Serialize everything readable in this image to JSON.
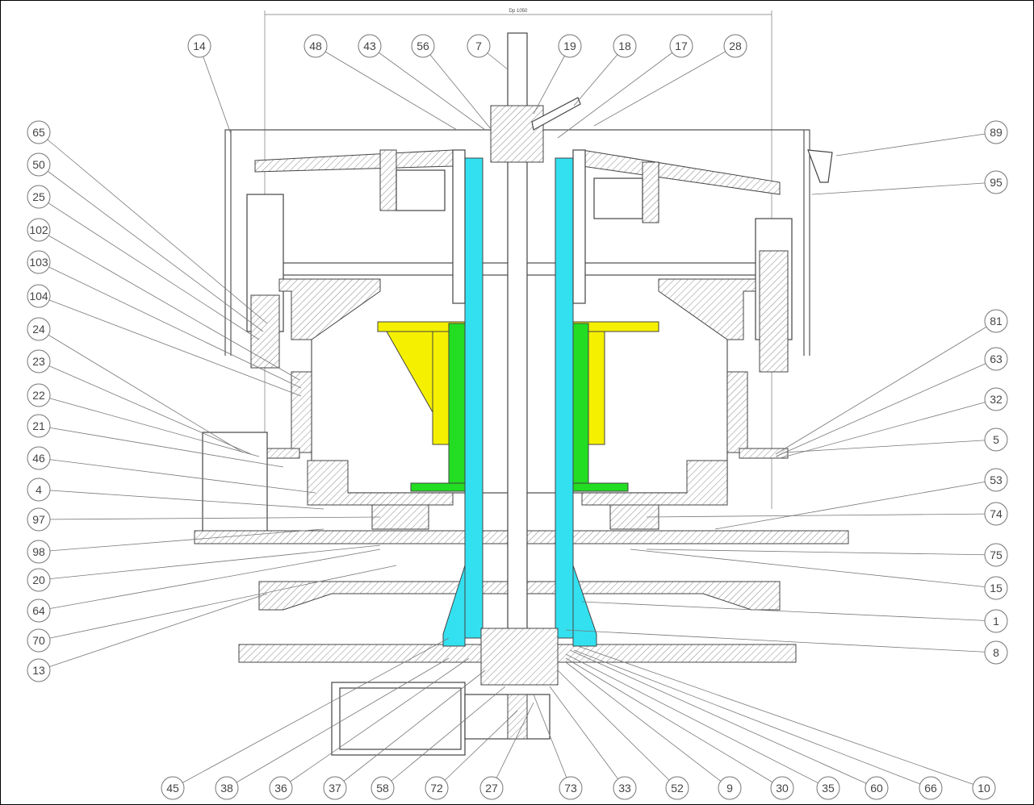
{
  "drawing": {
    "dimension_label": "Dp 1050",
    "colors": {
      "cyan": "#33e0f0",
      "yellow": "#f5f000",
      "green": "#22dd22",
      "line": "#444444"
    },
    "balloons": [
      "14",
      "48",
      "43",
      "56",
      "7",
      "19",
      "18",
      "17",
      "28",
      "65",
      "50",
      "25",
      "102",
      "103",
      "104",
      "24",
      "23",
      "22",
      "21",
      "46",
      "4",
      "97",
      "98",
      "20",
      "64",
      "70",
      "13",
      "89",
      "95",
      "81",
      "63",
      "32",
      "5",
      "53",
      "74",
      "75",
      "15",
      "1",
      "8",
      "45",
      "38",
      "36",
      "37",
      "58",
      "72",
      "27",
      "73",
      "33",
      "52",
      "9",
      "30",
      "35",
      "60",
      "66",
      "10"
    ]
  }
}
